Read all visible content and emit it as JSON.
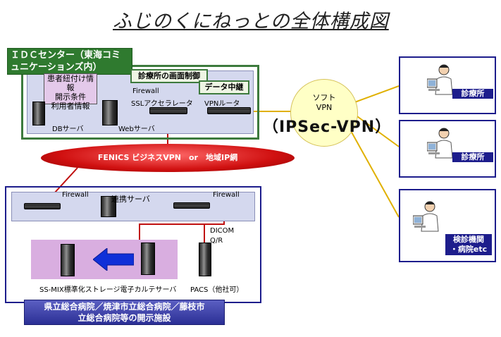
{
  "title": "ふじのくにねっとの全体構成図",
  "idc": {
    "label": "ＩＤＣセンター（東海コミュニケーションズ内）",
    "patient_box": [
      "患者紐付け情報",
      "開示条件",
      "利用者情報"
    ],
    "screen_control": "診療所の画面制御",
    "data_relay": "データ中継",
    "firewall_ssl": [
      "Firewall",
      "SSLアクセラレータ"
    ],
    "vpn_router": "VPNルータ",
    "db_server": "DBサーバ",
    "web_server": "Webサーバ"
  },
  "vpn_bubble": [
    "ソフト",
    "VPN"
  ],
  "ipsec_vpn": "（IPSec-VPN）",
  "network": "FENICS ビジネスVPN　or　地域IP網",
  "hospital": {
    "firewall_left": "Firewall",
    "firewall_right": "Firewall",
    "link_server": "連携サーバ",
    "dicom": [
      "DICOM",
      "Q/R"
    ],
    "ssmix": "SS-MIX標準化ストレージ電子カルテサーバ",
    "pacs": "PACS（他社可）",
    "label": [
      "県立総合病院／焼津市立総合病院／藤枝市",
      "立総合病院等の開示施設"
    ]
  },
  "clinics": [
    {
      "label": [
        "診療所"
      ]
    },
    {
      "label": [
        "診療所"
      ]
    },
    {
      "label": [
        "検診機関",
        "・病院etc"
      ]
    }
  ],
  "colors": {
    "idc_green": "#3d7a3d",
    "network_red": "#d01010",
    "vpn_line": "#e0b000",
    "hospital_blue": "#1d1d8c",
    "arrow_blue": "#1030d8"
  }
}
